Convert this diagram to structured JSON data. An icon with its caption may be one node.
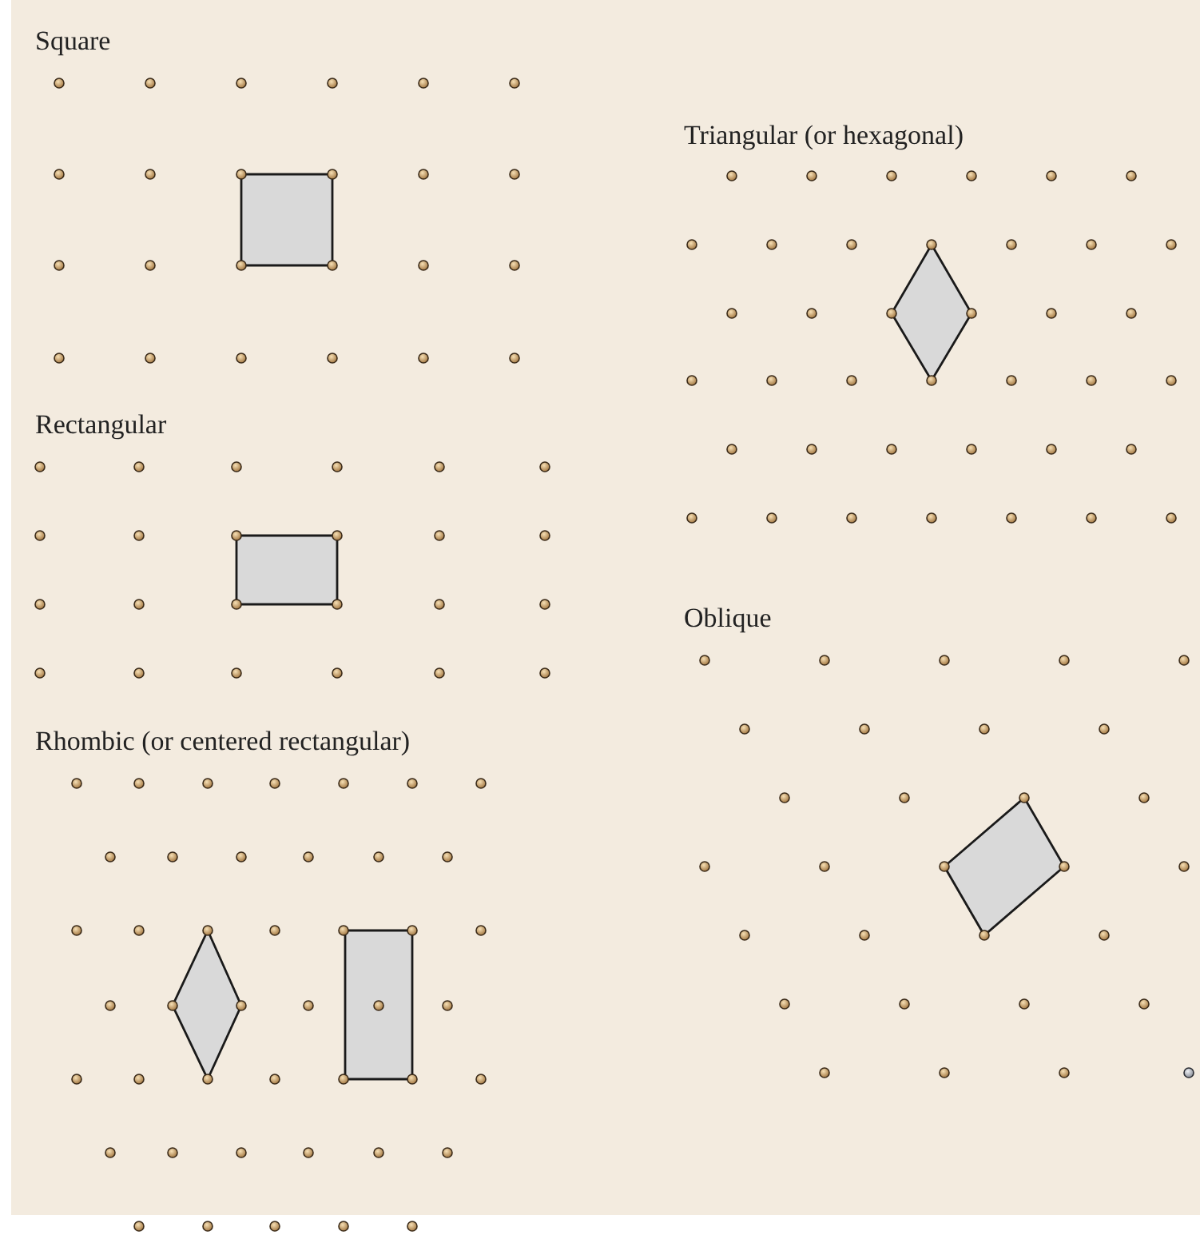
{
  "diagram": {
    "labels": [
      "Square",
      "Triangular (or hexagonal)",
      "Rectangular",
      "Oblique",
      "Rhombic (or centered rectangular)"
    ]
  }
}
